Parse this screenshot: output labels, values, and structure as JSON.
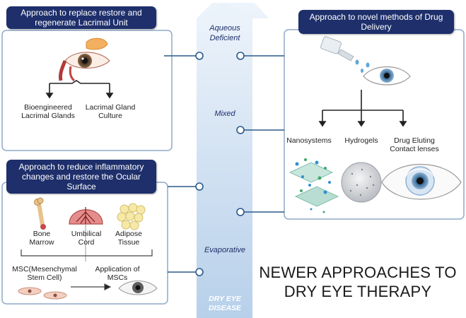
{
  "panels": {
    "top_left_header": "Approach to replace restore and regenerate Lacrimal Unit",
    "mid_left_header": "Approach to reduce inflammatory changes and restore the Ocular Surface",
    "right_header": "Approach to novel methods of Drug Delivery"
  },
  "lacrimal": {
    "item1": "Bioengineered Lacrimal Glands",
    "item2": "Lacrimal Gland Culture"
  },
  "msc": {
    "source1": "Bone Marrow",
    "source2": "Umbilical Cord",
    "source3": "Adipose Tissue",
    "msc_label": "MSC(Mesenchymal Stem Cell)",
    "application": "Application of MSCs"
  },
  "drug_delivery": {
    "item1": "Nanosystems",
    "item2": "Hydrogels",
    "item3": "Drug Eluting Contact lenses"
  },
  "axis": {
    "top": "Aqueous Deficient",
    "middle": "Mixed",
    "lower": "Evaporative",
    "base": "DRY EYE DISEASE"
  },
  "title": "NEWER APPROACHES TO DRY EYE THERAPY",
  "colors": {
    "header_bg": "#1e2f6b",
    "arrow": "#d5e3f2",
    "connector": "#2a5a8a"
  }
}
